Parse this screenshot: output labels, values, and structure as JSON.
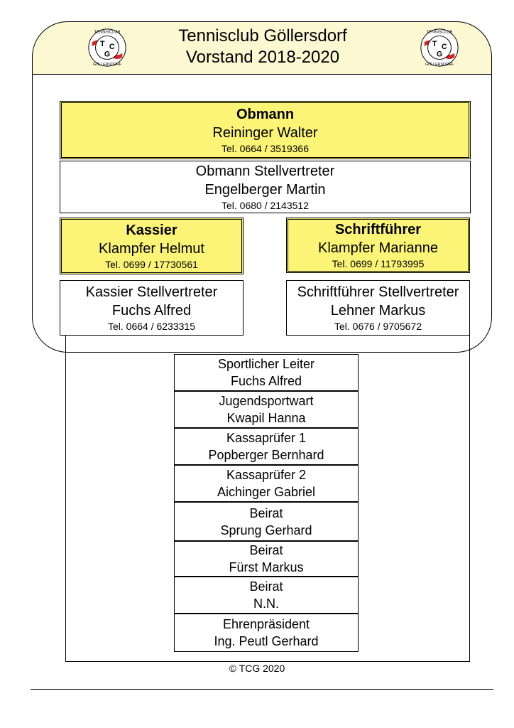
{
  "header": {
    "title_line1": "Tennisclub Göllersdorf",
    "title_line2": "Vorstand 2018-2020",
    "logo_top_text": "TENNISCLUB",
    "logo_letters": [
      "T",
      "C",
      "G"
    ],
    "logo_bottom_text": "GÖLLERSDORF"
  },
  "colors": {
    "highlight": "#fbf476",
    "header_bg": "#fbf8d2",
    "logo_red": "#d8232a"
  },
  "board": {
    "obmann": {
      "role": "Obmann",
      "name": "Reininger Walter",
      "tel": "Tel. 0664 / 3519366"
    },
    "obmann_stv": {
      "role": "Obmann Stellvertreter",
      "name": "Engelberger Martin",
      "tel": "Tel. 0680 / 2143512"
    },
    "kassier": {
      "role": "Kassier",
      "name": "Klampfer Helmut",
      "tel": "Tel. 0699 / 17730561"
    },
    "schriftfuehrer": {
      "role": "Schriftführer",
      "name": "Klampfer Marianne",
      "tel": "Tel. 0699 / 11793995"
    },
    "kassier_stv": {
      "role": "Kassier Stellvertreter",
      "name": "Fuchs Alfred",
      "tel": "Tel. 0664 / 6233315"
    },
    "schriftfuehrer_stv": {
      "role": "Schriftführer Stellvertreter",
      "name": "Lehner Markus",
      "tel": "Tel. 0676 / 9705672"
    }
  },
  "members": [
    {
      "role": "Sportlicher Leiter",
      "name": "Fuchs Alfred"
    },
    {
      "role": "Jugendsportwart",
      "name": "Kwapil Hanna"
    },
    {
      "role": "Kassaprüfer 1",
      "name": "Popberger Bernhard"
    },
    {
      "role": "Kassaprüfer 2",
      "name": "Aichinger Gabriel"
    },
    {
      "role": "Beirat",
      "name": "Sprung Gerhard"
    },
    {
      "role": "Beirat",
      "name": "Fürst Markus"
    },
    {
      "role": "Beirat",
      "name": "N.N."
    },
    {
      "role": "Ehrenpräsident",
      "name": "Ing. Peutl Gerhard"
    }
  ],
  "footer": {
    "copyright": "© TCG 2020"
  }
}
